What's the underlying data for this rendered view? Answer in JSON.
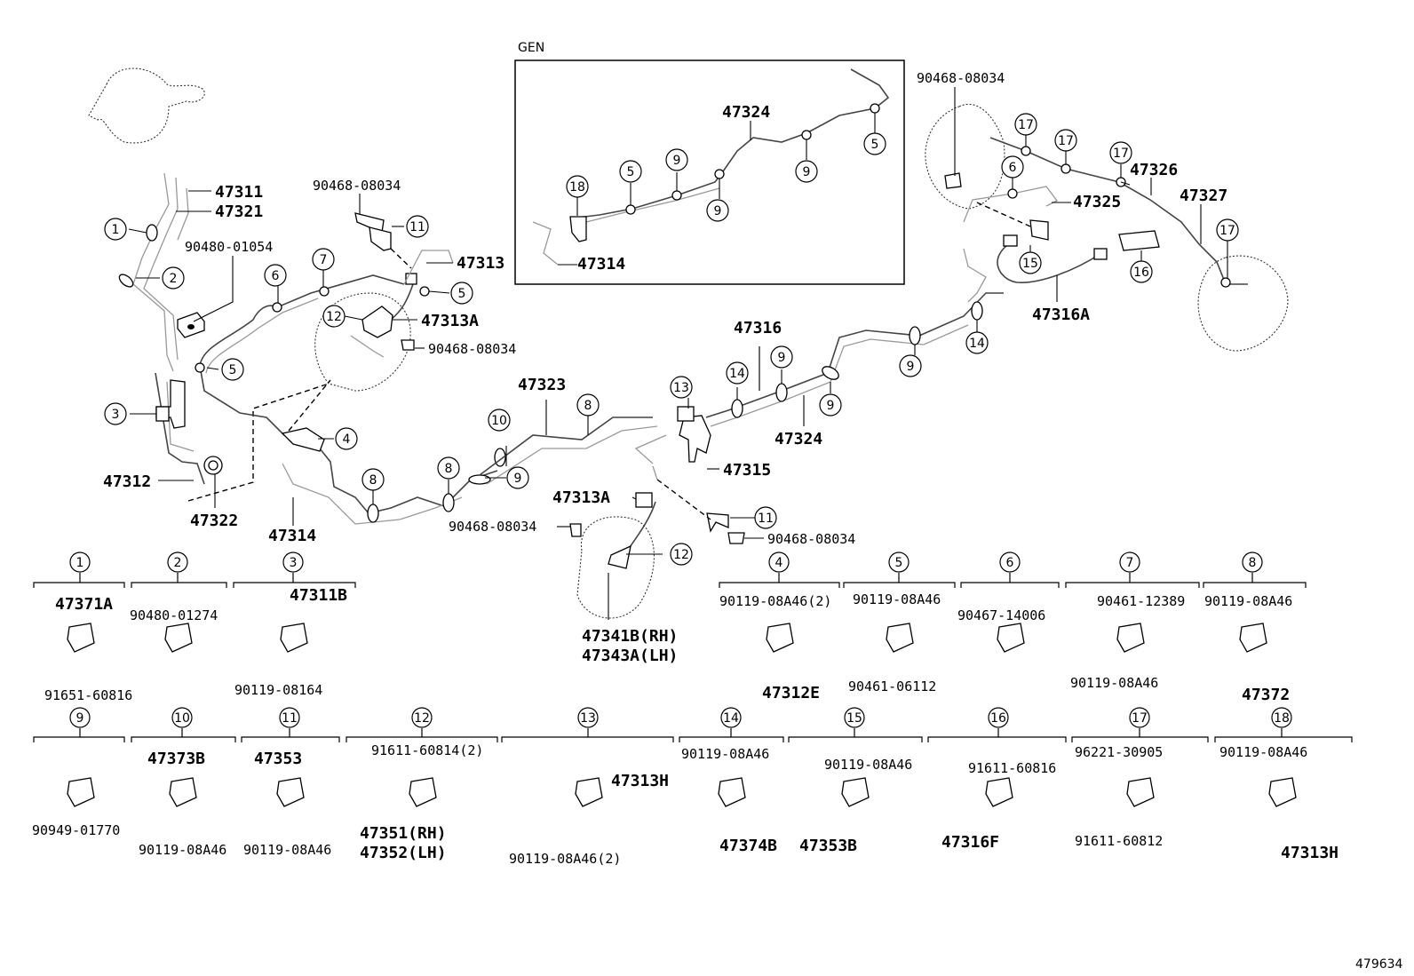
{
  "gen_label": "GEN",
  "diagram_id": "479634",
  "labels": {
    "p47311": "47311",
    "p47321": "47321",
    "p90480_01054": "90480-01054",
    "p90468_top": "90468-08034",
    "p47313": "47313",
    "p47313A_top": "47313A",
    "p90468_mid": "90468-08034",
    "p47312": "47312",
    "p47322": "47322",
    "p47314_main": "47314",
    "p47323": "47323",
    "p47316": "47316",
    "p47324_main": "47324",
    "p47315": "47315",
    "p47313A_mid": "47313A",
    "p90468_left": "90468-08034",
    "p90468_right": "90468-08034",
    "p47341B": "47341B(RH)",
    "p47343A": "47343A(LH)",
    "p47324_gen": "47324",
    "p47314_gen": "47314",
    "p90468_rt": "90468-08034",
    "p47325": "47325",
    "p47326": "47326",
    "p47327": "47327",
    "p47316A": "47316A"
  },
  "callouts": {
    "c1": "1",
    "c2": "2",
    "c3": "3",
    "c4": "4",
    "c5a": "5",
    "c5b": "5",
    "c6": "6",
    "c7": "7",
    "c8a": "8",
    "c8b": "8",
    "c8c": "8",
    "c9a": "9",
    "c9b": "9",
    "c9c": "9",
    "c10": "10",
    "c11a": "11",
    "c11b": "11",
    "c12a": "12",
    "c12b": "12",
    "c13": "13",
    "c14a": "14",
    "c14b": "14",
    "g18": "18",
    "g5a": "5",
    "g9a": "9",
    "g9b": "9",
    "g9c": "9",
    "g5b": "5",
    "r17a": "17",
    "r17b": "17",
    "r17c": "17",
    "r17d": "17",
    "r6": "6",
    "r15": "15",
    "r16": "16"
  },
  "legend_row1": [
    {
      "num": "1",
      "parts": [
        "47371A",
        "91651-60816"
      ]
    },
    {
      "num": "2",
      "parts": [
        "90480-01274"
      ]
    },
    {
      "num": "3",
      "parts": [
        "47311B",
        "90119-08164"
      ]
    },
    {
      "num": "4",
      "parts": [
        "90119-08A46(2)",
        "47312E"
      ]
    },
    {
      "num": "5",
      "parts": [
        "90119-08A46",
        "90461-06112"
      ]
    },
    {
      "num": "6",
      "parts": [
        "90467-14006"
      ]
    },
    {
      "num": "7",
      "parts": [
        "90461-12389",
        "90119-08A46"
      ]
    },
    {
      "num": "8",
      "parts": [
        "90119-08A46",
        "47372"
      ]
    }
  ],
  "legend_row2": [
    {
      "num": "9",
      "parts": [
        "90949-01770"
      ]
    },
    {
      "num": "10",
      "parts": [
        "47373B",
        "90119-08A46"
      ]
    },
    {
      "num": "11",
      "parts": [
        "47353",
        "90119-08A46"
      ]
    },
    {
      "num": "12",
      "parts": [
        "91611-60814(2)",
        "47351(RH)",
        "47352(LH)"
      ]
    },
    {
      "num": "13",
      "parts": [
        "47313H",
        "90119-08A46(2)"
      ]
    },
    {
      "num": "14",
      "parts": [
        "90119-08A46",
        "47374B"
      ]
    },
    {
      "num": "15",
      "parts": [
        "90119-08A46",
        "47353B"
      ]
    },
    {
      "num": "16",
      "parts": [
        "91611-60816",
        "47316F"
      ]
    },
    {
      "num": "17",
      "parts": [
        "96221-30905",
        "91611-60812"
      ]
    },
    {
      "num": "18",
      "parts": [
        "90119-08A46",
        "47313H"
      ]
    }
  ]
}
